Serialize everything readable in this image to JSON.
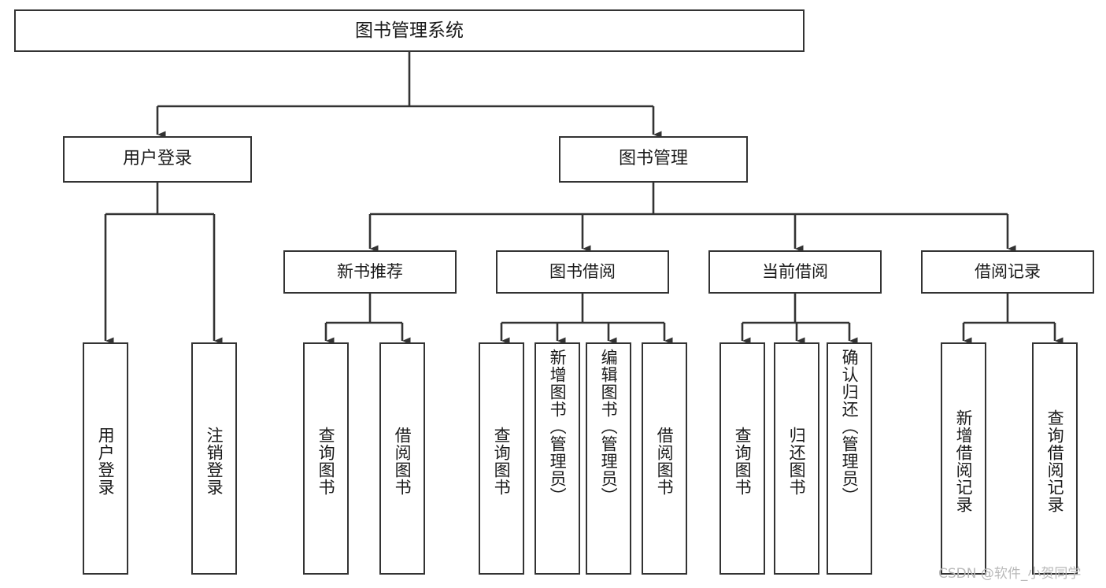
{
  "diagram": {
    "title": "图书管理系统",
    "type": "hierarchy-tree",
    "watermark": "CSDN @软件_小贺同学",
    "colors": {
      "background": "#ffffff",
      "box_border": "#333333",
      "box_fill": "#ffffff",
      "text": "#1a1a1a",
      "connector": "#333333",
      "watermark": "#b9b9b9"
    },
    "root": {
      "label": "图书管理系统"
    },
    "level2": [
      {
        "label": "用户登录"
      },
      {
        "label": "图书管理"
      }
    ],
    "level3": [
      {
        "label": "新书推荐"
      },
      {
        "label": "图书借阅"
      },
      {
        "label": "当前借阅"
      },
      {
        "label": "借阅记录"
      }
    ],
    "leaves": {
      "user_login": [
        {
          "label": "用户登录"
        },
        {
          "label": "注销登录"
        }
      ],
      "new_book_recommend": [
        {
          "label": "查询图书"
        },
        {
          "label": "借阅图书"
        }
      ],
      "book_borrow": [
        {
          "label": "查询图书"
        },
        {
          "label": "新增图书（管理员）"
        },
        {
          "label": "编辑图书（管理员）"
        },
        {
          "label": "借阅图书"
        }
      ],
      "current_borrow": [
        {
          "label": "查询图书"
        },
        {
          "label": "归还图书"
        },
        {
          "label": "确认归还（管理员）"
        }
      ],
      "borrow_record": [
        {
          "label": "新增借阅记录"
        },
        {
          "label": "查询借阅记录"
        }
      ]
    }
  }
}
